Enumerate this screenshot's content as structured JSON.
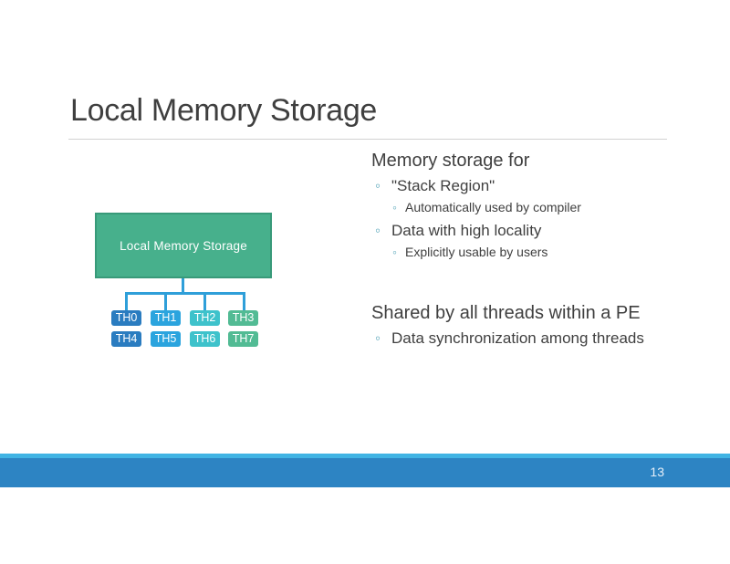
{
  "slide": {
    "title": "Local Memory Storage"
  },
  "content": {
    "block1": {
      "heading": "Memory storage for",
      "items": [
        {
          "level": 2,
          "text": "\"Stack Region\""
        },
        {
          "level": 3,
          "text": "Automatically used by compiler"
        },
        {
          "level": 2,
          "text": "Data with high locality"
        },
        {
          "level": 3,
          "text": "Explicitly usable by users"
        }
      ]
    },
    "block2": {
      "heading": "Shared by all threads within a PE",
      "items": [
        {
          "level": 2,
          "text": "Data synchronization among threads"
        }
      ]
    },
    "bullet_color": "#68aec0",
    "text_color": "#404040"
  },
  "diagram": {
    "memory_box_label": "Local Memory Storage",
    "threads": [
      {
        "label": "TH0",
        "color": "#2a7cc0"
      },
      {
        "label": "TH1",
        "color": "#2ba4de"
      },
      {
        "label": "TH2",
        "color": "#3ec2cb"
      },
      {
        "label": "TH3",
        "color": "#52bb94"
      },
      {
        "label": "TH4",
        "color": "#2a7cc0"
      },
      {
        "label": "TH5",
        "color": "#2ba4de"
      },
      {
        "label": "TH6",
        "color": "#3ec2cb"
      },
      {
        "label": "TH7",
        "color": "#52bb94"
      }
    ],
    "colors": {
      "memory_box_fill": "#47b08c",
      "memory_box_border": "#389a79",
      "connector": "#2f9fd9"
    }
  },
  "footer": {
    "page_number": "13",
    "bar_color": "#2d84c3",
    "stripe_color": "#41b4e4"
  }
}
